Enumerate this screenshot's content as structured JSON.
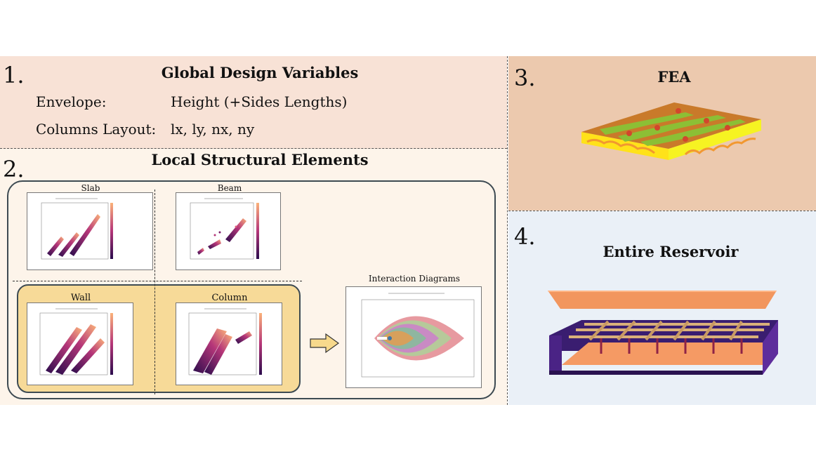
{
  "section1": {
    "number": "1.",
    "title": "Global Design Variables",
    "rows": [
      {
        "label": "Envelope:",
        "value": "Height (+Sides Lengths)"
      },
      {
        "label": "Columns Layout:",
        "value": "lx, ly, nx, ny"
      }
    ]
  },
  "section2": {
    "number": "2.",
    "title": "Local Structural Elements",
    "plots": {
      "slab": "Slab",
      "beam": "Beam",
      "wall": "Wall",
      "column": "Column"
    },
    "interaction_label": "Interaction Diagrams"
  },
  "section3": {
    "number": "3.",
    "title": "FEA"
  },
  "section4": {
    "number": "4.",
    "title": "Entire Reservoir"
  },
  "colors": {
    "panel1": "#f8e2d6",
    "panel2": "#fdf4ea",
    "panel3": "#ecc9ae",
    "panel4": "#eaf0f7",
    "wall_column_box": "#f7da98",
    "arrow": "#f7d98c"
  }
}
